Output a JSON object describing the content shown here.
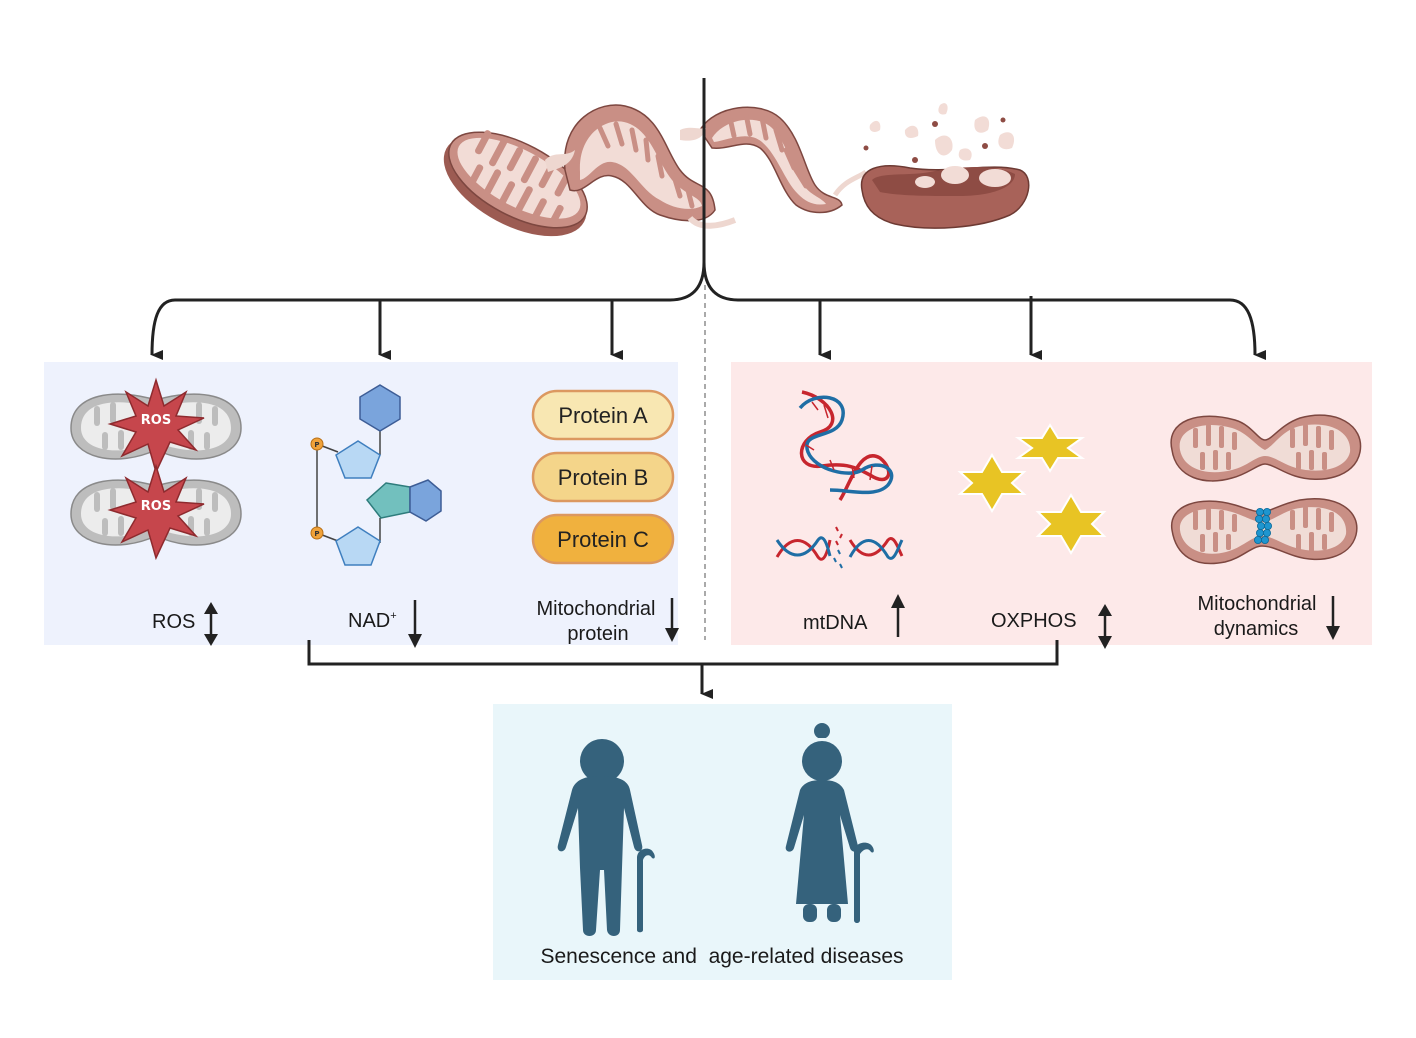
{
  "figure": {
    "topic": "Mitochondrial dysfunction in aging",
    "colors": {
      "left_panel_bg": "#eef2fd",
      "right_panel_bg": "#fde9e9",
      "bottom_panel_bg": "#e9f6fa",
      "connector": "#222222",
      "mito_fill": "#c98f85",
      "mito_inner": "#f0dcd6",
      "ros_star": "#c6464c",
      "star_yellow": "#e8c424",
      "person": "#35627c",
      "dna_red": "#c7262e",
      "dna_blue": "#1f6ea5"
    },
    "left_panel": {
      "items": [
        {
          "id": "ros",
          "label": "ROS",
          "trend": "up-down",
          "star_text": "ROS"
        },
        {
          "id": "nad",
          "label": "NAD",
          "label_sup": "+",
          "trend": "down",
          "phosphate_text": "P"
        },
        {
          "id": "mito-protein",
          "label_line1": "Mitochondrial",
          "label_line2": "protein",
          "trend": "down",
          "proteins": [
            "Protein A",
            "Protein B",
            "Protein C"
          ]
        }
      ]
    },
    "right_panel": {
      "items": [
        {
          "id": "mtdna",
          "label": "mtDNA",
          "trend": "up"
        },
        {
          "id": "oxphos",
          "label": "OXPHOS",
          "trend": "up-down"
        },
        {
          "id": "mito-dynamics",
          "label_line1": "Mitochondrial",
          "label_line2": "dynamics",
          "trend": "down"
        }
      ]
    },
    "outcome": {
      "label": "Senescence and  age-related diseases"
    }
  }
}
